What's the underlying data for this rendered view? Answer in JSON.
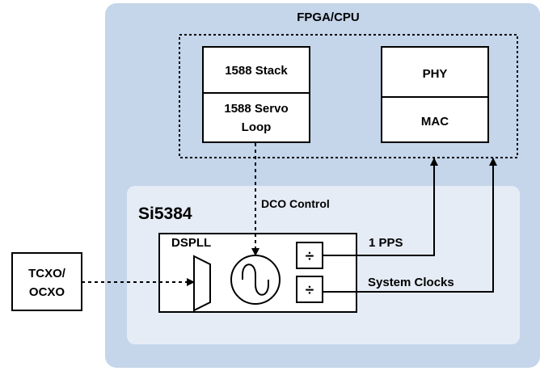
{
  "colors": {
    "outer_panel": "#c5d5ea",
    "inner_panel": "#e6ecf5",
    "box_fill": "#ffffff",
    "line": "#000000"
  },
  "fpga": {
    "title": "FPGA/CPU",
    "stack_label": "1588 Stack",
    "servo_line1": "1588 Servo",
    "servo_line2": "Loop",
    "phy_label": "PHY",
    "mac_label": "MAC"
  },
  "chip": {
    "title": "Si5384",
    "dspll_label": "DSPLL",
    "divider_symbol": "÷"
  },
  "signals": {
    "dco_control": "DCO Control",
    "pps": "1 PPS",
    "system_clocks": "System Clocks"
  },
  "oscillator": {
    "line1": "TCXO/",
    "line2": "OCXO"
  },
  "icons": {
    "vco": "sine-in-circle-icon",
    "mux": "trapezoid-mux-icon",
    "arrow": "arrowhead-icon"
  }
}
